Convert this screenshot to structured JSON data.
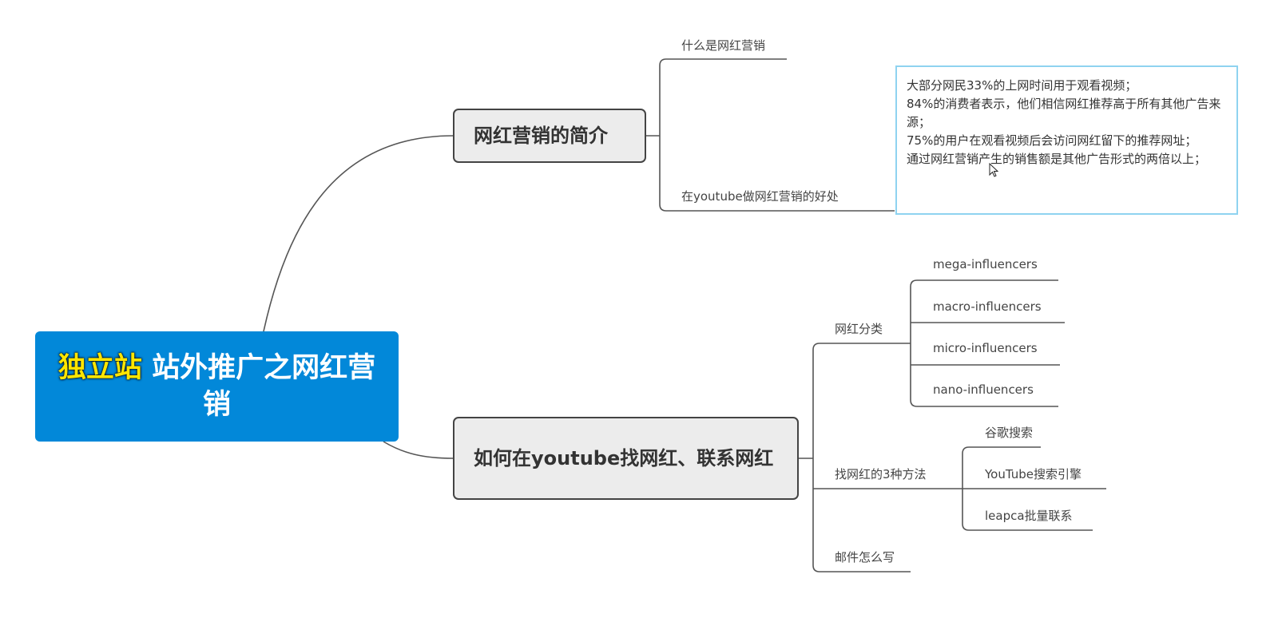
{
  "root": {
    "highlight": "独立站",
    "title": "站外推广之网红营销"
  },
  "branches": [
    {
      "label": "网红营销的简介",
      "children": [
        {
          "label": "什么是网红营销"
        },
        {
          "label": "在youtube做网红营销的好处"
        }
      ]
    },
    {
      "label": "如何在youtube找网红、联系网红",
      "children": [
        {
          "label": "网红分类",
          "children": [
            "mega-influencers",
            "macro-influencers",
            "micro-influencers",
            "nano-influencers"
          ]
        },
        {
          "label": "找网红的3种方法",
          "children": [
            "谷歌搜索",
            "YouTube搜索引擎",
            "leapca批量联系"
          ]
        },
        {
          "label": "邮件怎么写"
        }
      ]
    }
  ],
  "note": {
    "lines": [
      "大部分网民33%的上网时间用于观看视频；",
      "84%的消费者表示，他们相信网红推荐高于所有其他广告来源；",
      "75%的用户在观看视频后会访问网红留下的推荐网址；",
      "通过网红营销产生的销售额是其他广告形式的两倍以上；"
    ]
  },
  "colors": {
    "root_bg": "#0288d9",
    "highlight": "#ffe600",
    "note_border": "#8fd3f0",
    "line": "#555555"
  }
}
